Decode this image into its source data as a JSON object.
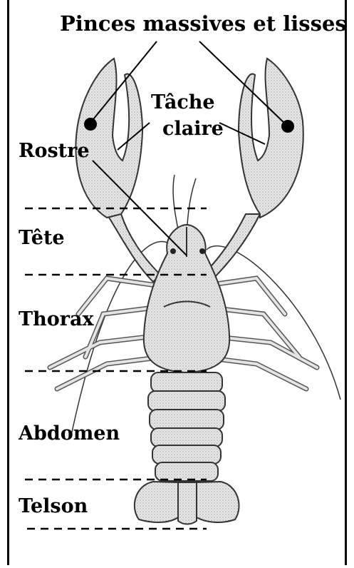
{
  "diagram": {
    "title": "Pinces massives et lisses",
    "callout_tache_line1": "Tâche",
    "callout_tache_line2": "claire",
    "labels": {
      "rostre": "Rostre",
      "tete": "Tête",
      "thorax": "Thorax",
      "abdomen": "Abdomen",
      "telson": "Telson"
    }
  }
}
